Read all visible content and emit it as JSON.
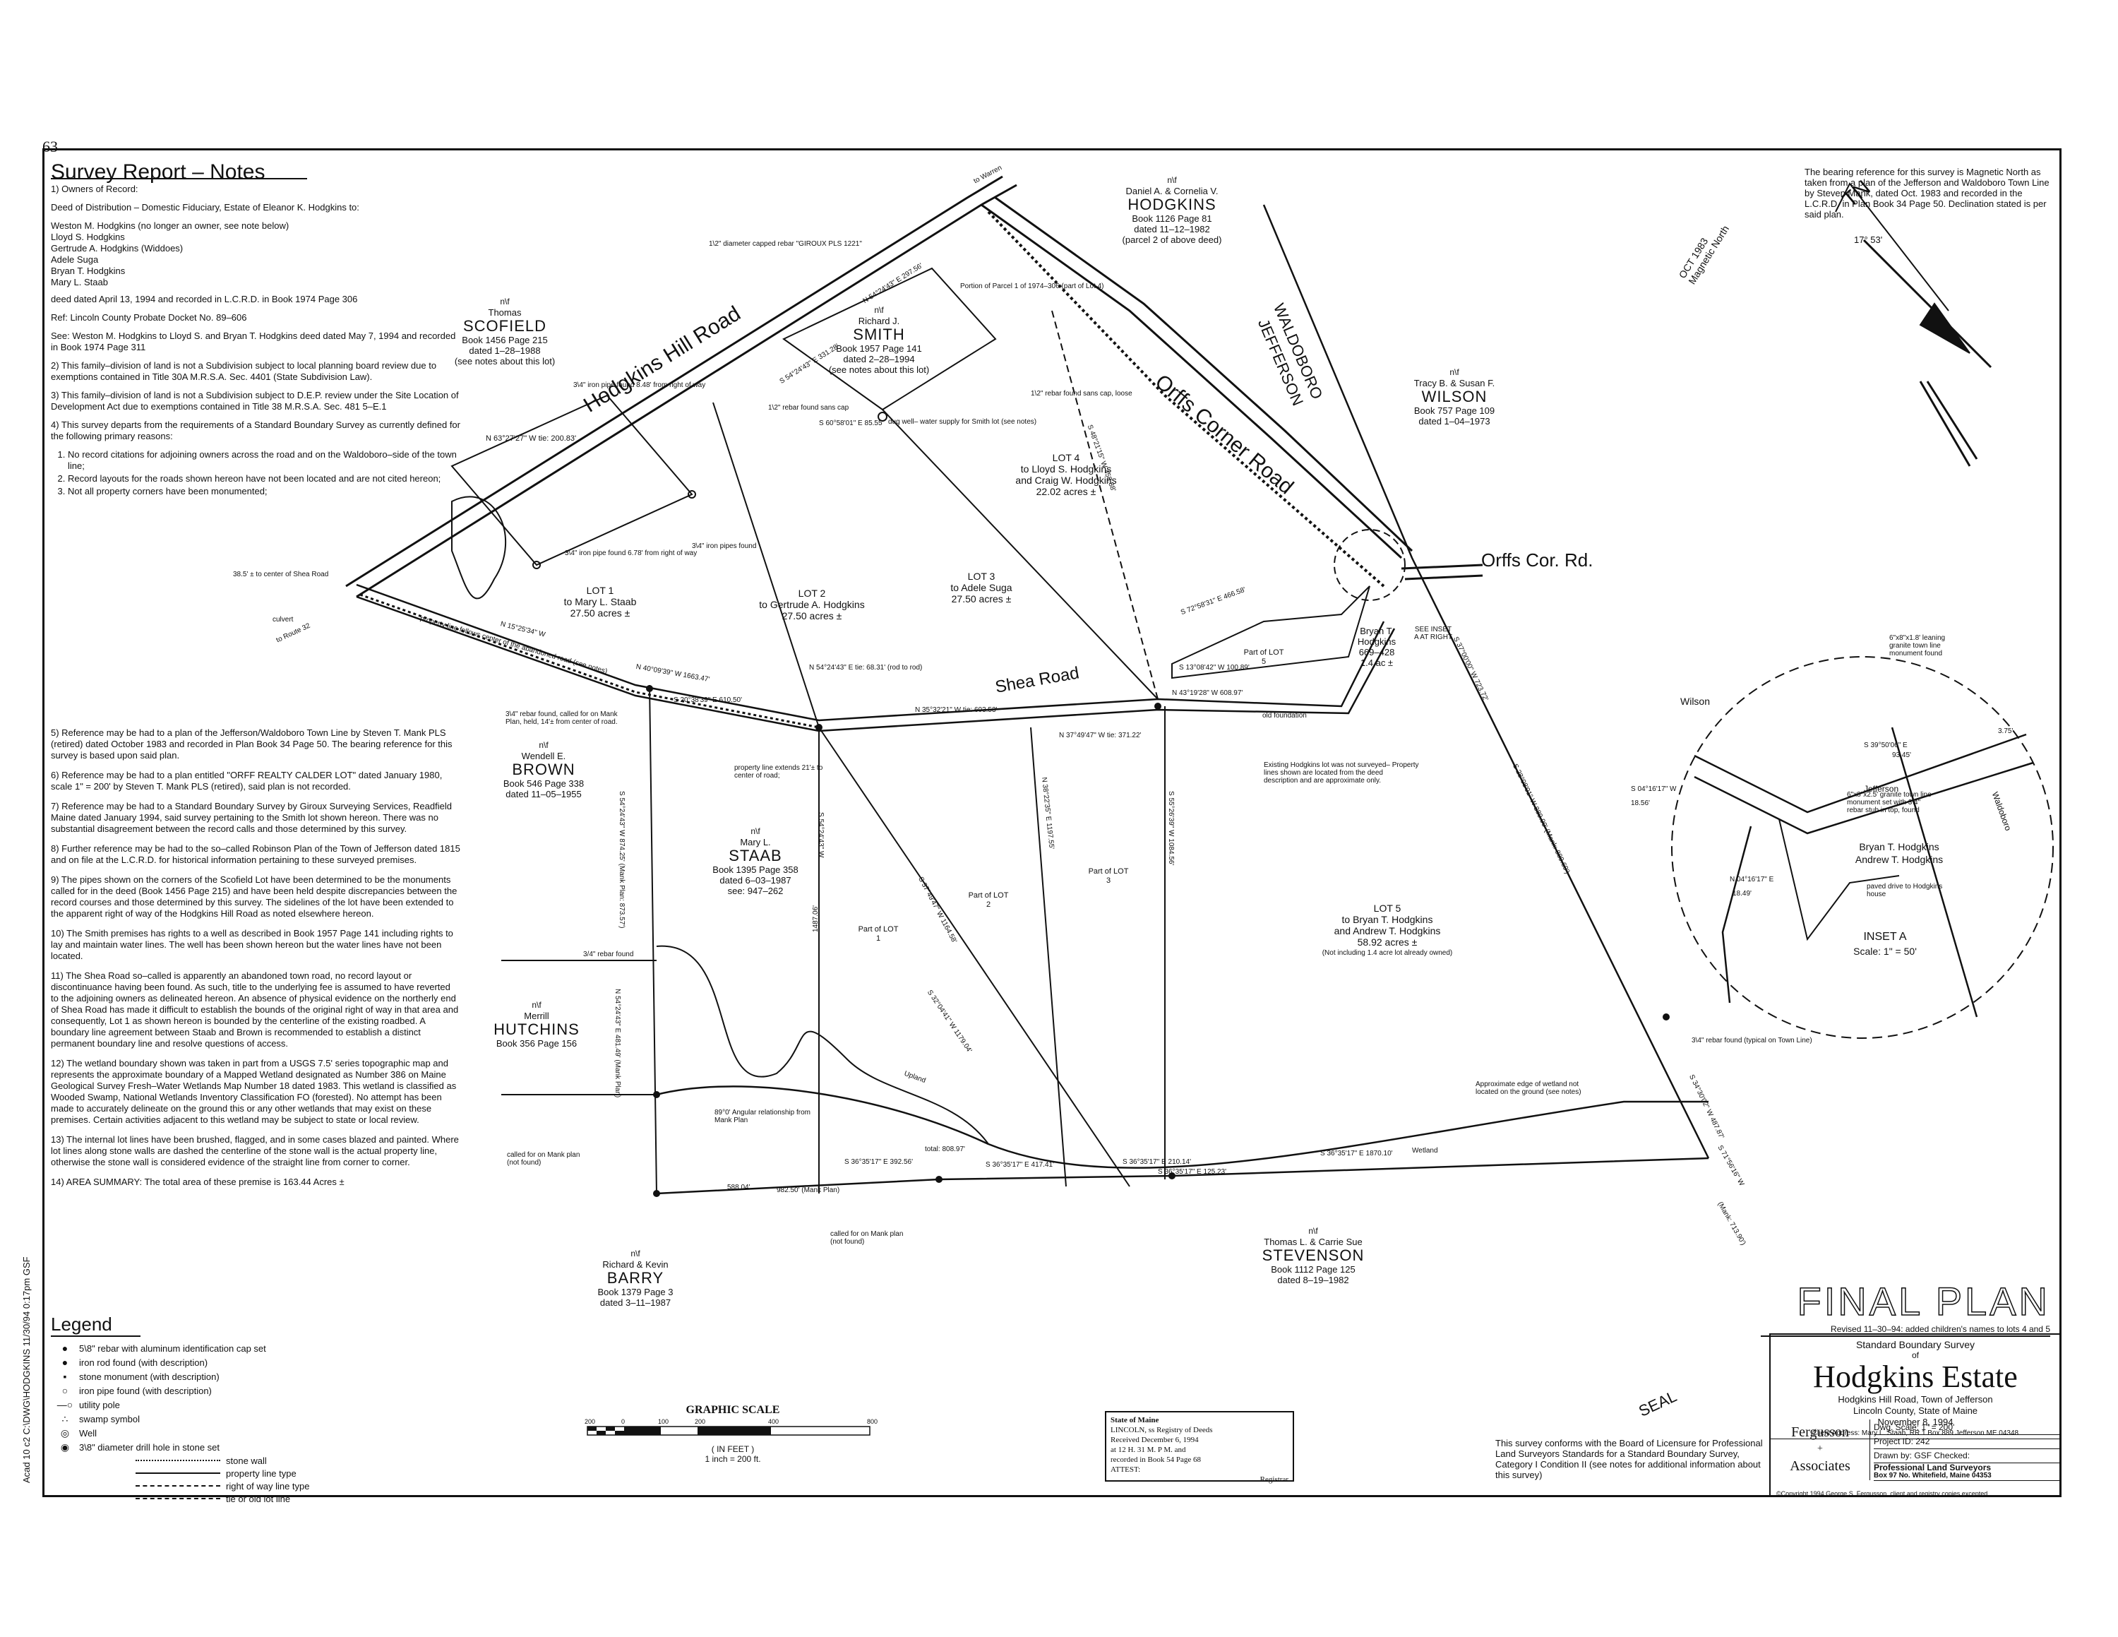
{
  "page_number": "63",
  "notes": {
    "title": "Survey Report – Notes",
    "n1_title": "1)  Owners of Record:",
    "n1_deed": "Deed of Distribution – Domestic Fiduciary, Estate of Eleanor K. Hodgkins to:",
    "owners": [
      "Weston M. Hodgkins (no longer an owner, see note below)",
      "Lloyd S. Hodgkins",
      "Gertrude A. Hodgkins (Widdoes)",
      "Adele Suga",
      "Bryan T. Hodgkins",
      "Mary L. Staab"
    ],
    "n1_dated": "deed dated April 13, 1994 and recorded in L.C.R.D. in Book 1974 Page 306",
    "n1_ref": "Ref: Lincoln County Probate Docket No. 89–606",
    "n1_see": "See:  Weston M. Hodgkins to Lloyd S. and Bryan T. Hodgkins deed dated May 7, 1994 and recorded in Book 1974 Page 311",
    "n2": "2)   This family–division of land is not a Subdivision subject to local planning board review due to exemptions contained in Title 30A M.R.S.A. Sec. 4401 (State Subdivision Law).",
    "n3": "3)   This family–division of land is not a Subdivision subject to D.E.P. review under the Site Location of Development Act due to exemptions contained in Title 38 M.R.S.A. Sec. 481 5–E.1",
    "n4": "4)   This survey departs from the requirements of a Standard Boundary Survey as currently defined for the following primary reasons:",
    "n4_items": [
      "No record citations for adjoining owners across the road and on the Waldoboro–side of the town line;",
      "Record layouts for the roads shown hereon have not been located and are not cited hereon;",
      "Not all property corners have been monumented;"
    ],
    "n5": "5)   Reference may be had to a plan of the Jefferson/Waldoboro Town Line by Steven T. Mank PLS (retired) dated October 1983 and recorded in Plan Book 34 Page 50. The bearing reference for this survey is based upon said plan.",
    "n6": "6)   Reference may be had to a plan entitled \"ORFF REALTY CALDER LOT\" dated January 1980, scale 1\" = 200' by Steven T. Mank PLS (retired), said plan is not recorded.",
    "n7": "7)   Reference may be had to a Standard Boundary Survey by Giroux Surveying Services, Readfield Maine dated January 1994, said survey pertaining to the Smith lot shown hereon. There was no substantial disagreement between the record calls and those determined by this survey.",
    "n8": "8)   Further reference may be had to the so–called Robinson Plan of the Town of Jefferson dated 1815 and on file at the L.C.R.D. for historical information pertaining to these surveyed premises.",
    "n9": "9)   The pipes shown on the corners of the Scofield Lot have been determined to be the monuments called for in the deed (Book 1456 Page 215) and have been held despite discrepancies between the record courses and those determined by this survey. The sidelines of the lot have been extended to the apparent right of way of the Hodgkins Hill Road as noted elsewhere hereon.",
    "n10": "10)  The Smith premises has rights to a well as described in Book 1957 Page 141 including rights to lay and maintain water lines. The well has been shown hereon but the water lines have not been located.",
    "n11": "11)  The Shea Road so–called is apparently an abandoned town road, no record layout or discontinuance having been found. As such, title to the underlying fee is assumed to have reverted to the adjoining owners as delineated hereon. An absence of physical evidence on the northerly end of Shea Road has made it difficult to establish the bounds of the original right of way in that area and consequently, Lot 1 as shown hereon is bounded by the centerline of the existing roadbed. A boundary line agreement between Staab and Brown is recommended to establish a distinct permanent boundary line and resolve questions of access.",
    "n12": "12)  The wetland boundary shown was taken in part from a USGS 7.5' series topographic map and represents the approximate boundary of a Mapped Wetland designated as Number 386 on Maine Geological Survey Fresh–Water Wetlands Map Number 18 dated 1983. This wetland is classified as Wooded Swamp, National Wetlands Inventory Classification FO (forested). No attempt has been made to accurately delineate on the ground this or any other wetlands that may exist on these premises. Certain activities adjacent to this wetland may be subject to state or local review.",
    "n13": "13)  The internal lot lines have been brushed, flagged, and in some cases blazed and painted. Where lot lines along stone walls are dashed the centerline of the stone wall is the actual property line, otherwise the stone wall is considered evidence of the straight line from corner to corner.",
    "n14": "14)  AREA SUMMARY: The total area of these premise is 163.44 Acres ±"
  },
  "legend": {
    "title": "Legend",
    "items": [
      {
        "sym": "●",
        "label": "5\\8\" rebar with aluminum identification cap set"
      },
      {
        "sym": "●",
        "label": "iron rod found (with description)"
      },
      {
        "sym": "▪",
        "label": "stone monument (with description)"
      },
      {
        "sym": "○",
        "label": "iron pipe found (with description)"
      },
      {
        "sym": "—○",
        "label": "utility pole"
      },
      {
        "sym": "∴",
        "label": "swamp symbol"
      },
      {
        "sym": "◎",
        "label": "Well"
      },
      {
        "sym": "◉",
        "label": "3\\8\" diameter drill hole in stone set"
      }
    ],
    "lines": [
      "stone wall",
      "property line type",
      "right of way line type",
      "tie or old lot line"
    ]
  },
  "sidebar_text": "Acad 10 c2 C:\\DWG\\HODGKINS 11/30/94 0:17pm GSF",
  "reference_note": "The bearing reference for this survey is Magnetic North as taken from a plan of the Jefferson and Waldoboro Town Line by Steven Mank, dated Oct. 1983 and recorded in the L.C.R.D. in Plan Book 34 Page 50. Declination stated is per said plan.",
  "north": {
    "tn": "TN",
    "mag": "OCT 1983 Magnetic North",
    "decl": "17° 53'"
  },
  "owners": [
    {
      "nf": "n\\f",
      "name": "HODGKINS",
      "pre": "Daniel A. & Cornelia V.",
      "lines": [
        "Book 1126 Page 81",
        "dated 11–12–1982",
        "(parcel 2 of above deed)"
      ]
    },
    {
      "nf": "n\\f",
      "name": "SCOFIELD",
      "pre": "Thomas",
      "lines": [
        "Book 1456 Page 215",
        "dated 1–28–1988",
        "(see notes about this lot)"
      ]
    },
    {
      "nf": "n\\f",
      "name": "SMITH",
      "pre": "Richard J.",
      "lines": [
        "Book 1957 Page 141",
        "dated 2–28–1994",
        "(see notes about this lot)"
      ]
    },
    {
      "nf": "n\\f",
      "name": "WILSON",
      "pre": "Tracy B. & Susan F.",
      "lines": [
        "Book 757 Page 109",
        "dated 1–04–1973"
      ]
    },
    {
      "nf": "n\\f",
      "name": "BROWN",
      "pre": "Wendell E.",
      "lines": [
        "Book 546 Page 338",
        "dated 11–05–1955"
      ]
    },
    {
      "nf": "n\\f",
      "name": "STAAB",
      "pre": "Mary L.",
      "lines": [
        "Book 1395 Page 358",
        "dated 6–03–1987",
        "see: 947–262"
      ]
    },
    {
      "nf": "n\\f",
      "name": "HUTCHINS",
      "pre": "Merrill",
      "lines": [
        "Book 356 Page 156"
      ]
    },
    {
      "nf": "n\\f",
      "name": "BARRY",
      "pre": "Richard & Kevin",
      "lines": [
        "Book 1379 Page 3",
        "dated 3–11–1987"
      ]
    },
    {
      "nf": "n\\f",
      "name": "STEVENSON",
      "pre": "Thomas L. & Carrie Sue",
      "lines": [
        "Book 1112 Page 125",
        "dated 8–19–1982"
      ]
    }
  ],
  "roads": {
    "hodgkins_hill": "Hodgkins Hill Road",
    "orffs_corner": "Orffs Corner Road",
    "shea": "Shea Road",
    "orffs_cor": "Orffs Cor. Rd.",
    "waldoboro": "WALDOBORO",
    "jefferson": "JEFFERSON",
    "to_route": "to Route 32",
    "to_warren": "to Warren"
  },
  "lots": [
    {
      "l1": "LOT 1",
      "l2": "to Mary L. Staab",
      "l3": "27.50 acres ±"
    },
    {
      "l1": "LOT 2",
      "l2": "to Gertrude A. Hodgkins",
      "l3": "27.50 acres ±"
    },
    {
      "l1": "LOT 3",
      "l2": "to Adele Suga",
      "l3": "27.50 acres ±"
    },
    {
      "l1": "LOT 4",
      "l2": "to Lloyd S. Hodgkins",
      "l3": "and Craig W. Hodgkins",
      "l4": "22.02 acres ±"
    },
    {
      "l1": "LOT 5",
      "l2": "to Bryan T. Hodgkins",
      "l3": "and Andrew T. Hodgkins",
      "l4": "58.92 acres ±",
      "l5": "(Not including 1.4 acre lot already owned)"
    },
    {
      "l1": "Bryan T.",
      "l2": "Hodgkins",
      "l3": "669–428",
      "l4": "1.4 ac ±"
    }
  ],
  "parts": [
    "Part of LOT 1",
    "Part of LOT 2",
    "Part of LOT 3",
    "Part of LOT 5"
  ],
  "annotations": [
    "1\\2\" diameter capped rebar \"GIROUX PLS 1221\"",
    "3\\4\" iron pipe found 8.48' from right of way",
    "1\\2\" rebar found sans cap",
    "dug well– water supply for Smith lot (see notes)",
    "1\\2\" rebar found sans cap, loose",
    "Portion of Parcel 1 of 1974–306 (part of Lot 4)",
    "3\\4\" iron pipe found 6.78' from right of way",
    "3\\4\" iron pipes found",
    "38.5' ± to center of Shea Road",
    "culvert",
    "property line follows center of the abandoned road (see notes)",
    "3\\4\" rebar found, called for on Mank Plan, held, 14'± from center of road.",
    "property line extends 21'± to center of road;",
    "3/4\" rebar found",
    "89°0' Angular relationship from Mank Plan",
    "called for on Mank plan (not found)",
    "called for on Mank plan (not found)",
    "Approximate edge of wetland not located on the ground (see notes)",
    "3\\4\" rebar found (typical on Town Line)",
    "Existing Hodgkins lot was not surveyed– Property lines shown are located from the deed description and are approximate only.",
    "old foundation",
    "SEE INSET A AT RIGHT",
    "Upland",
    "Wetland"
  ],
  "bearings": [
    "N 63°27'27\" W tie: 200.83'",
    "S 54°24'43\" E 331.28'",
    "N 54°24'43\" E 297.56'",
    "S 60°58'01\" E 85.55'",
    "N 15°25'34\" W",
    "S 20°38'39\" E 610.50'",
    "N 35°32'21\" W tie: 603.53'",
    "N 54°24'43\" E tie: 68.31' (rod to rod)",
    "N 37°49'47\" W tie: 371.22'",
    "N 40°09'39\" W 1663.47'",
    "S 36°35'17\" E 392.56'",
    "S 36°35'17\" E 417.41'",
    "S 36°35'17\" E 210.14'",
    "S 36°35'17\" E 125.23'",
    "S 36°35'17\" E 1870.10'",
    "982.50' (Mank Plan)",
    "total: 808.97'",
    "588.04'",
    "S 13°08'42\" W 100.89'",
    "N 43°19'28\" W 608.97'",
    "S 72°58'31\" E 466.58'",
    "S 54°24'43\" W 874.25' (Mank Plan: 873.57')",
    "N 54°24'43\" E 481.49' (Mank Plan)",
    "1487.06'",
    "S 54°24'43\" W",
    "S 37°49'47\" W 1164.58'",
    "S 32°04'41\" W 1179.04'",
    "S 55°26'39\" W 1084.56'",
    "N 38°22'35\" E 1197.55'",
    "S 37°00'00\" W 723.72'",
    "S 28°08'01\" W 889.90' (Mank: 889.69')",
    "S 34°30'02\" W 487.87'",
    "S 48°21'15\" W 458.88'",
    "S 71°56'16\" W",
    "(Mank: 713.90')"
  ],
  "inset": {
    "title": "INSET A",
    "scale": "Scale: 1\" = 50'",
    "wilson": "Wilson",
    "owners": "Bryan T. Hodgkins Andrew T. Hodgkins",
    "notes": [
      "6\"x8\"x1.8' leaning granite town line monument found",
      "6\"x8\"x2.5' granite town line monument set with 3\\4\" rebar stub in top, found",
      "paved drive to Hodgkins house",
      "3.75'",
      "93.45'",
      "18.56'",
      "18.49'",
      "S 39°50'06\" E",
      "S 04°16'17\" W",
      "N 04°16'17\" E",
      "Waldoboro",
      "Jefferson"
    ]
  },
  "title_block": {
    "final": "FINAL PLAN",
    "revised": "Revised 11–30–94: added children's names to lots 4 and 5",
    "sbs": "Standard Boundary Survey",
    "of": "of",
    "estate": "Hodgkins Estate",
    "loc1": "Hodgkins Hill Road, Town of Jefferson",
    "loc2": "Lincoln County, State of Maine",
    "date": "November 8, 1994",
    "client": "Client Address: Mary L. Staab, RR 1 Box 889 Jefferson ME 04348",
    "firm1": "Fergusson",
    "firm2": "Associates",
    "dwg_scale": "Dwg. Scale:     1\" = 200'",
    "project": "Project ID:     242",
    "drawn": "Drawn by: GSF  Checked:",
    "plsa": "Professional Land Surveyors",
    "plsb": "Box 97 No. Whitefield, Maine 04353",
    "copyright": "©Copyright 1994 George S. Fergusson, client and registry copies excepted."
  },
  "compliance": "This survey conforms with the Board of Licensure for Professional Land Surveyors Standards for a Standard Boundary Survey, Category I Condition II (see notes for additional information about this survey)",
  "registry": {
    "l1": "State of Maine",
    "l2": "LINCOLN, ss       Registry of Deeds",
    "l3": "Received  December 6, 1994",
    "l4": "at  12  H.  31  M.  P  M. and",
    "l5": "recorded in Book  54   Page  68",
    "l6": "ATTEST:",
    "l7": "Registrar"
  },
  "scale": {
    "title": "GRAPHIC SCALE",
    "ticks": [
      "200",
      "0",
      "100",
      "200",
      "400",
      "800"
    ],
    "unit": "( IN FEET )",
    "ratio": "1 inch = 200 ft."
  },
  "seal": "SEAL"
}
